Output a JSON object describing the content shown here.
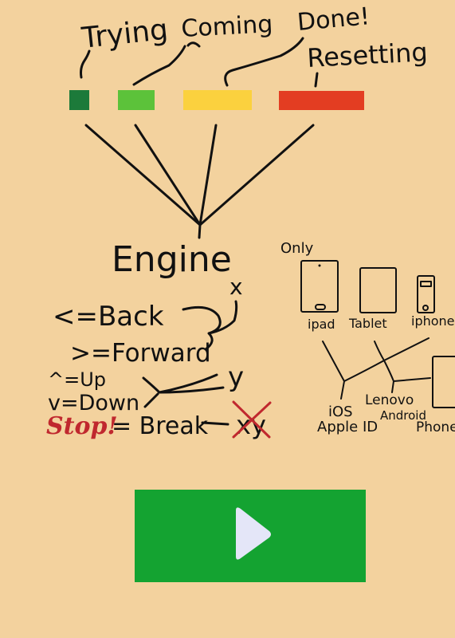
{
  "states": [
    {
      "label": "Trying",
      "color": "#1C7A3A"
    },
    {
      "label": "Coming",
      "color": "#5CC23A"
    },
    {
      "label": "Done!",
      "color": "#FBD13E"
    },
    {
      "label": "Resetting",
      "color": "#E33D22"
    }
  ],
  "engine": {
    "label": "Engine"
  },
  "controls": {
    "back": "<=Back",
    "forward": ">=Forward",
    "x_axis": "x",
    "up": "^=Up",
    "down": "v=Down",
    "y_axis": "y",
    "stop_word": "Stop!",
    "stop_eq": "= Break",
    "stop_axes": "xy"
  },
  "devices": {
    "only": "Only",
    "ipad": "ipad",
    "tablet": "Tablet",
    "iphone": "iphone",
    "ios": "iOS",
    "apple_id": "Apple ID",
    "lenovo": "Lenovo",
    "android": "Android",
    "phone": "Phone"
  },
  "colors": {
    "background": "#F3D29E",
    "ink": "#111111",
    "stop_red": "#C0282E",
    "play_green": "#14A331",
    "play_icon": "#E4E6F8"
  },
  "play_icon": "play-triangle-icon"
}
